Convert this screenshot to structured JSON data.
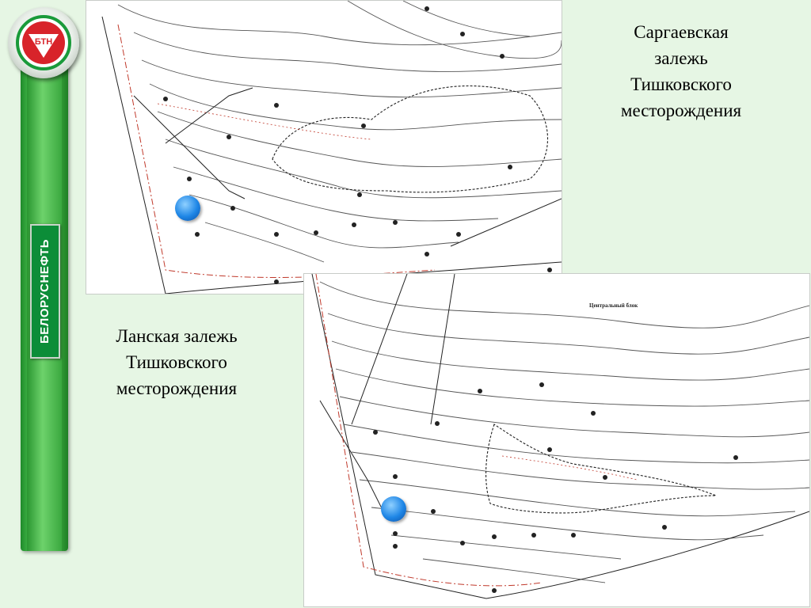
{
  "brand": {
    "logo_text": "БТН",
    "vertical_label": "БЕЛОРУСНЕФТЬ"
  },
  "captions": {
    "top": [
      "Саргаевская",
      "залежь",
      "Тишковского",
      "месторождения"
    ],
    "bottom": [
      "Ланская залежь",
      "Тишковского",
      "месторождения"
    ]
  },
  "maps": {
    "bottom_block_label": "Центральный блок"
  },
  "colors": {
    "background": "#e6f6e4",
    "brand_green": "#0c8d38",
    "logo_red": "#d8232a",
    "marker_blue": "#1e86e6",
    "boundary_red": "#c0392b"
  }
}
